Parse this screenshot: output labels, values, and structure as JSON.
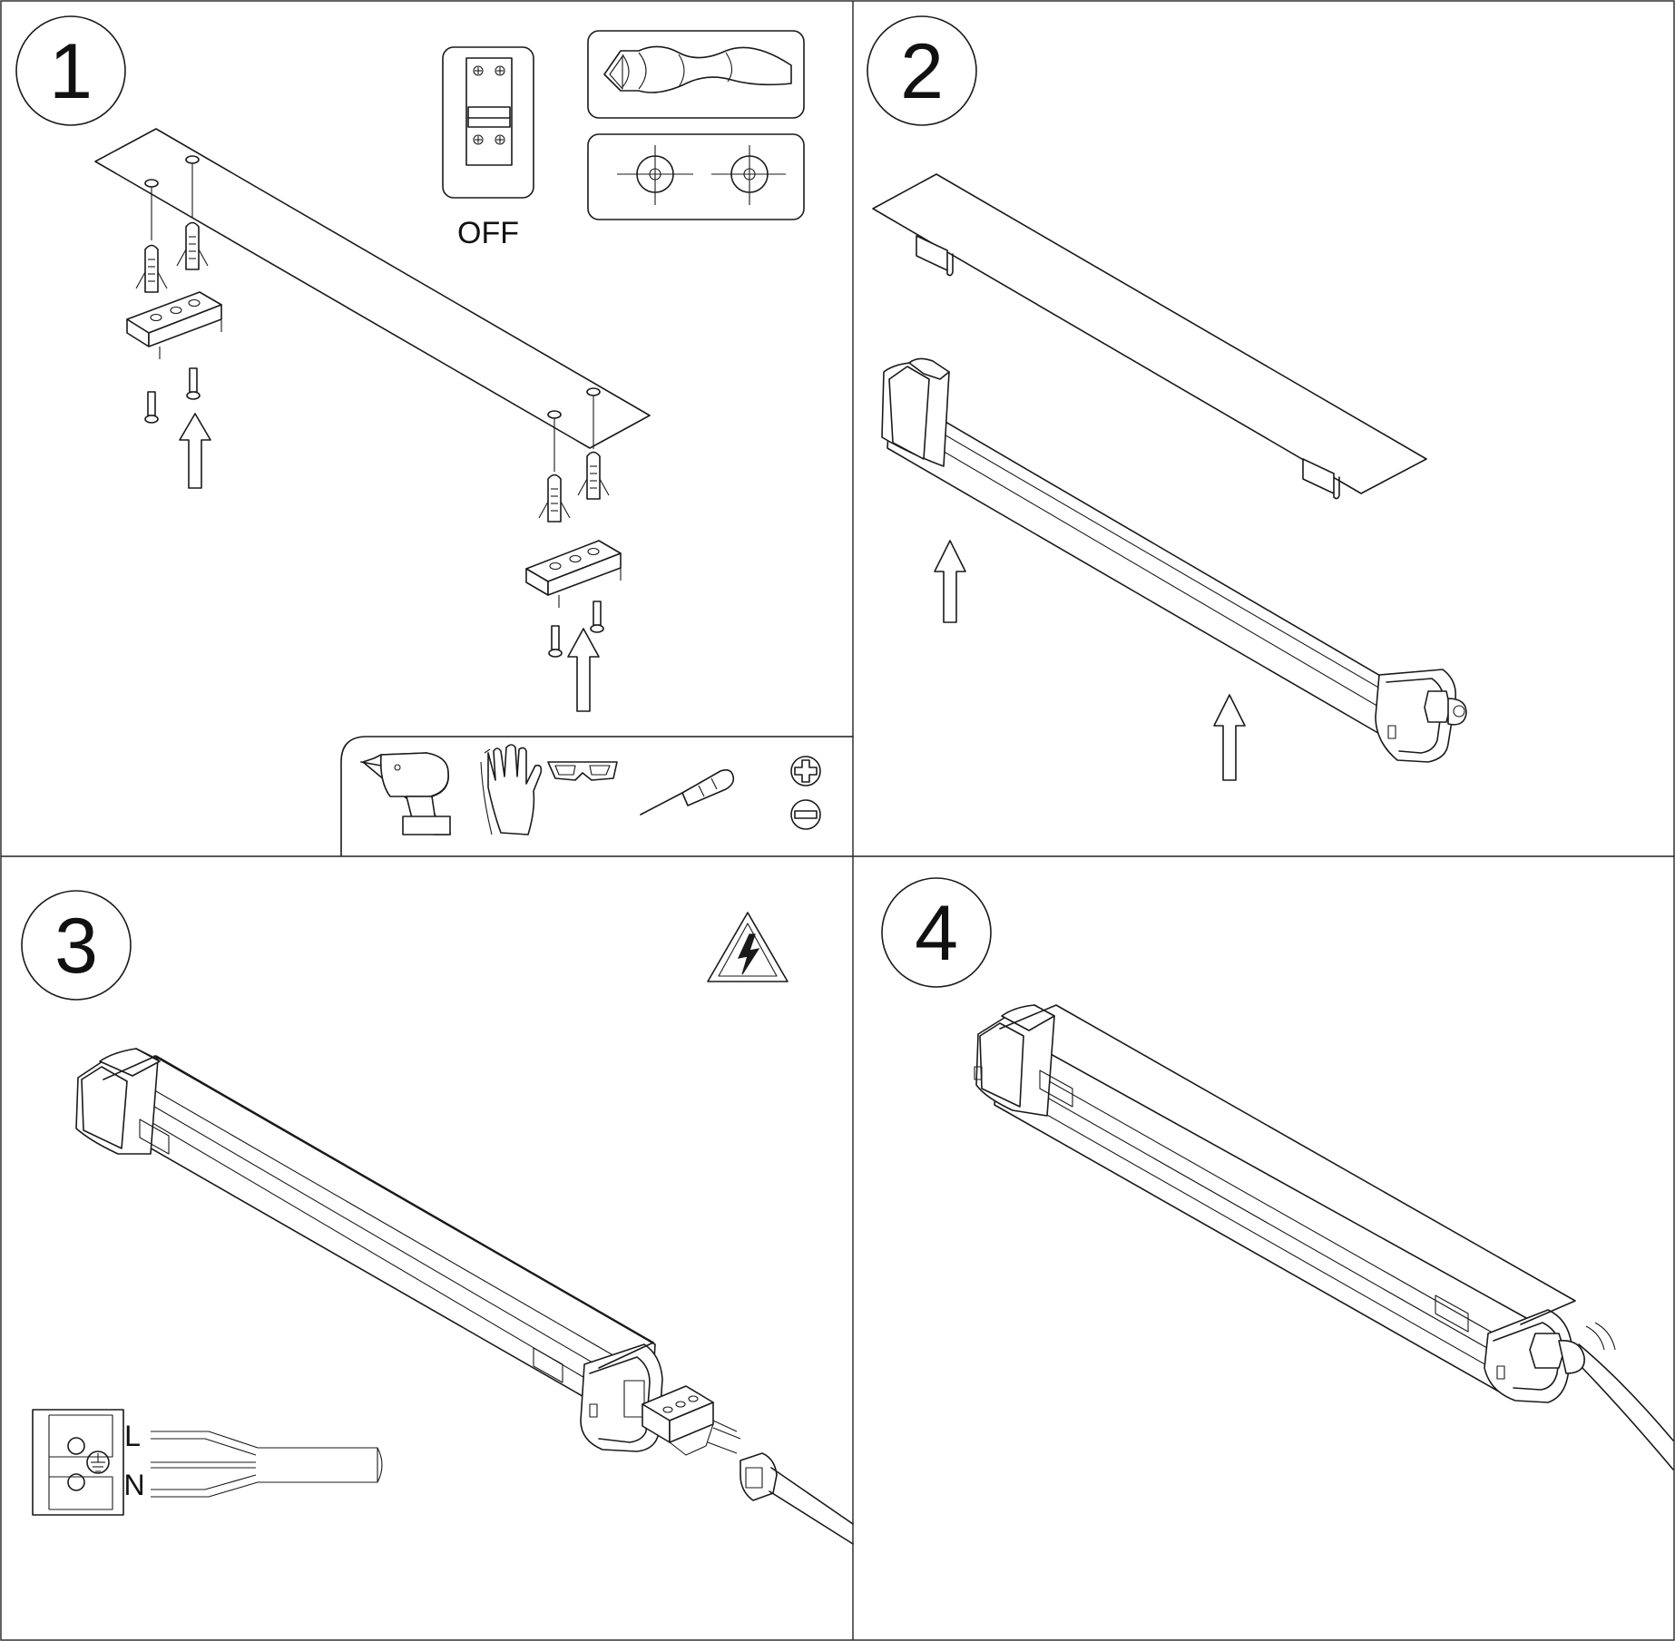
{
  "steps": [
    {
      "number": "1"
    },
    {
      "number": "2"
    },
    {
      "number": "3"
    },
    {
      "number": "4"
    }
  ],
  "breaker": {
    "state_label": "OFF"
  },
  "wiring": {
    "live_label": "L",
    "neutral_label": "N"
  },
  "icons": {
    "breaker": "circuit-breaker-icon",
    "drill_bit": "drill-bit-icon",
    "hole_marks": "drill-hole-marks-icon",
    "drill": "cordless-drill-icon",
    "gloves": "gloves-icon",
    "goggles": "safety-goggles-icon",
    "screwdriver": "screwdriver-icon",
    "phillips": "phillips-head-icon",
    "slotted": "slotted-head-icon",
    "warning": "electrical-hazard-icon",
    "ground": "ground-terminal-icon"
  },
  "colors": {
    "line": "#1a1a1a",
    "background": "#ffffff"
  }
}
